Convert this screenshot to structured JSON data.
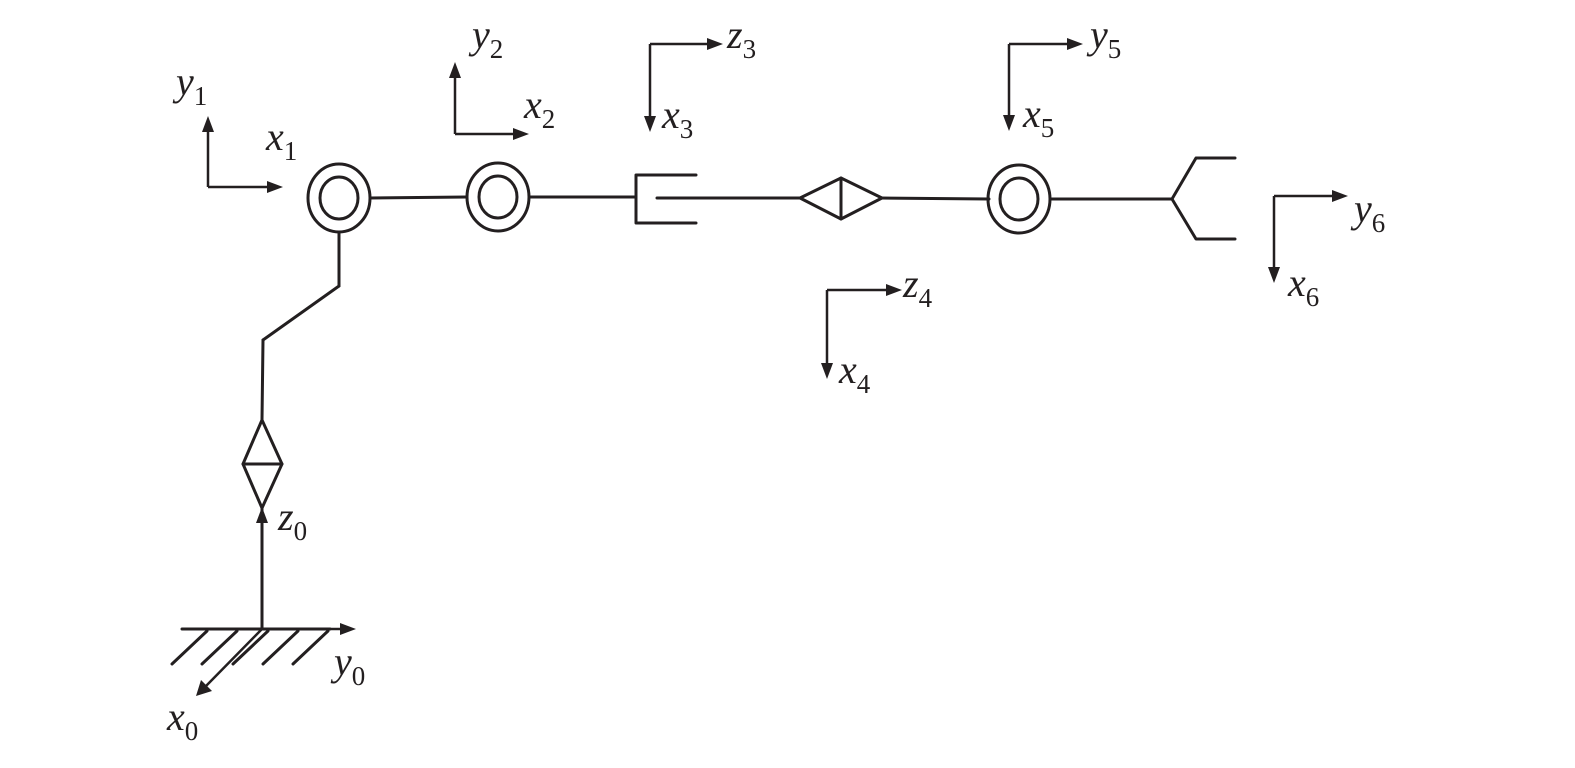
{
  "frames": [
    {
      "id": "frame-0",
      "axes": [
        {
          "var": "z",
          "sub": "0"
        },
        {
          "var": "y",
          "sub": "0"
        },
        {
          "var": "x",
          "sub": "0"
        }
      ]
    },
    {
      "id": "frame-1",
      "axes": [
        {
          "var": "y",
          "sub": "1"
        },
        {
          "var": "x",
          "sub": "1"
        }
      ]
    },
    {
      "id": "frame-2",
      "axes": [
        {
          "var": "y",
          "sub": "2"
        },
        {
          "var": "x",
          "sub": "2"
        }
      ]
    },
    {
      "id": "frame-3",
      "axes": [
        {
          "var": "z",
          "sub": "3"
        },
        {
          "var": "x",
          "sub": "3"
        }
      ]
    },
    {
      "id": "frame-4",
      "axes": [
        {
          "var": "z",
          "sub": "4"
        },
        {
          "var": "x",
          "sub": "4"
        }
      ]
    },
    {
      "id": "frame-5",
      "axes": [
        {
          "var": "y",
          "sub": "5"
        },
        {
          "var": "x",
          "sub": "5"
        }
      ]
    },
    {
      "id": "frame-6",
      "axes": [
        {
          "var": "y",
          "sub": "6"
        },
        {
          "var": "x",
          "sub": "6"
        }
      ]
    }
  ],
  "joints": [
    {
      "name": "base-ground",
      "kind": "fixed-ground"
    },
    {
      "name": "joint-1",
      "kind": "rotational-axial"
    },
    {
      "name": "joint-2",
      "kind": "revolute"
    },
    {
      "name": "joint-3",
      "kind": "revolute"
    },
    {
      "name": "joint-4",
      "kind": "prismatic"
    },
    {
      "name": "joint-5",
      "kind": "rotational-axial"
    },
    {
      "name": "joint-6",
      "kind": "revolute"
    },
    {
      "name": "end-effector",
      "kind": "gripper"
    }
  ],
  "colors": {
    "ink": "#231f20",
    "background": "#ffffff"
  }
}
